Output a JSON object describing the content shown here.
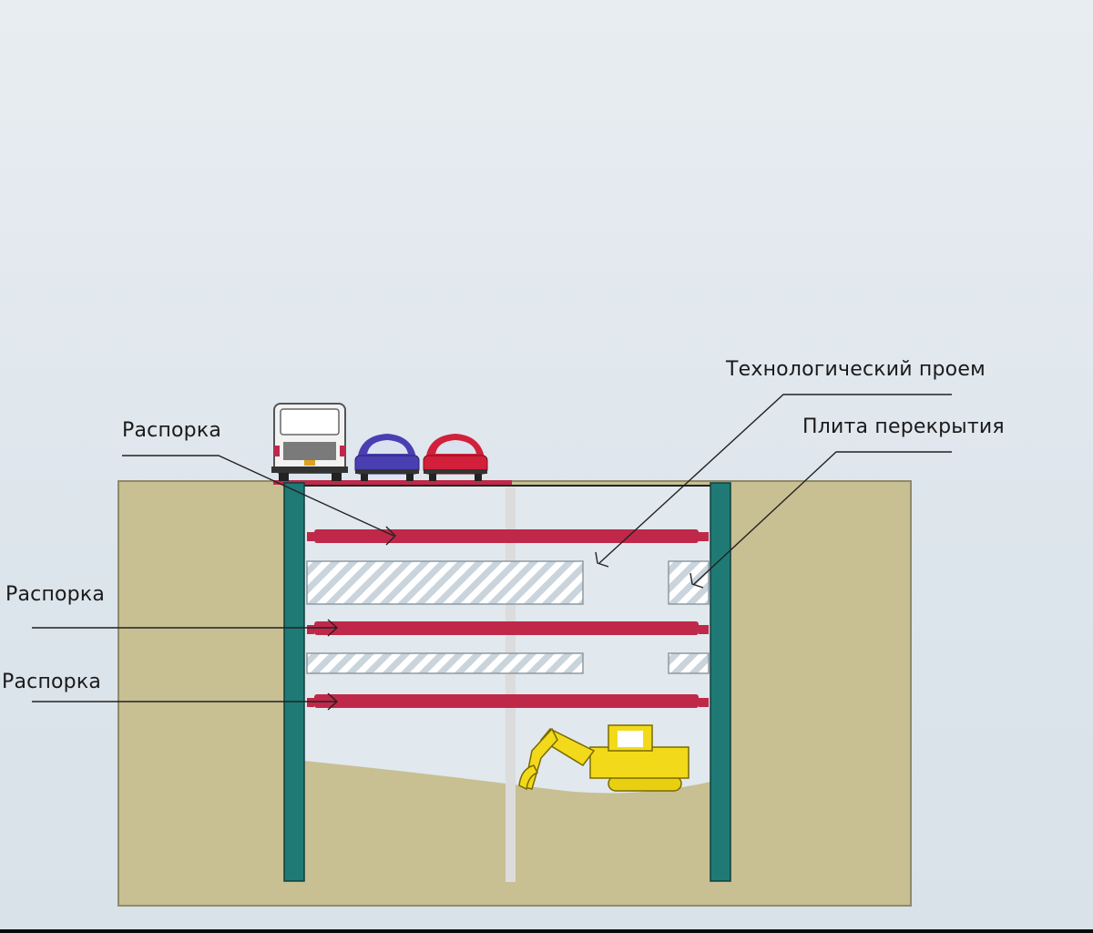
{
  "labels": {
    "strut_top": "Распорка",
    "strut_middle": "Распорка",
    "strut_bottom": "Распорка",
    "tech_opening": "Технологический проем",
    "floor_slab": "Плита перекрытия"
  },
  "colors": {
    "soil": "#c8bf93",
    "soil_edge": "#8f8a6a",
    "wall": "#1f7a76",
    "strut": "#c0284a",
    "slab": "#c9d4dc",
    "excavator": "#f2da1a",
    "car_blue": "#4a3fb2",
    "car_red": "#d2203a",
    "bus": "#f2f2f2"
  },
  "icons": {
    "bus": "bus-icon",
    "car_blue": "car-icon",
    "car_red": "car-icon",
    "excavator": "excavator-icon"
  }
}
